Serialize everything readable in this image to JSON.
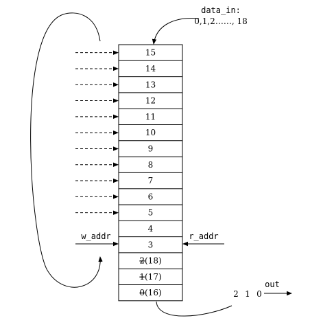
{
  "data_in": {
    "label": "data_in:",
    "sequence": "0,1,2……, 18"
  },
  "memory": {
    "cells": [
      {
        "primary": "15",
        "suffix": "",
        "struck": false
      },
      {
        "primary": "14",
        "suffix": "",
        "struck": false
      },
      {
        "primary": "13",
        "suffix": "",
        "struck": false
      },
      {
        "primary": "12",
        "suffix": "",
        "struck": false
      },
      {
        "primary": "11",
        "suffix": "",
        "struck": false
      },
      {
        "primary": "10",
        "suffix": "",
        "struck": false
      },
      {
        "primary": "9",
        "suffix": "",
        "struck": false
      },
      {
        "primary": "8",
        "suffix": "",
        "struck": false
      },
      {
        "primary": "7",
        "suffix": "",
        "struck": false
      },
      {
        "primary": "6",
        "suffix": "",
        "struck": false
      },
      {
        "primary": "5",
        "suffix": "",
        "struck": false
      },
      {
        "primary": "4",
        "suffix": "",
        "struck": false
      },
      {
        "primary": "3",
        "suffix": "",
        "struck": false
      },
      {
        "primary": "2",
        "suffix": "(18)",
        "struck": true
      },
      {
        "primary": "1",
        "suffix": "(17)",
        "struck": true
      },
      {
        "primary": "0",
        "suffix": "(16)",
        "struck": true
      }
    ]
  },
  "pointers": {
    "w_addr": "w_addr",
    "r_addr": "r_addr"
  },
  "output": {
    "label": "out",
    "values": [
      "2",
      "1",
      "0"
    ]
  },
  "colors": {
    "stroke": "#000000",
    "background": "#ffffff"
  }
}
